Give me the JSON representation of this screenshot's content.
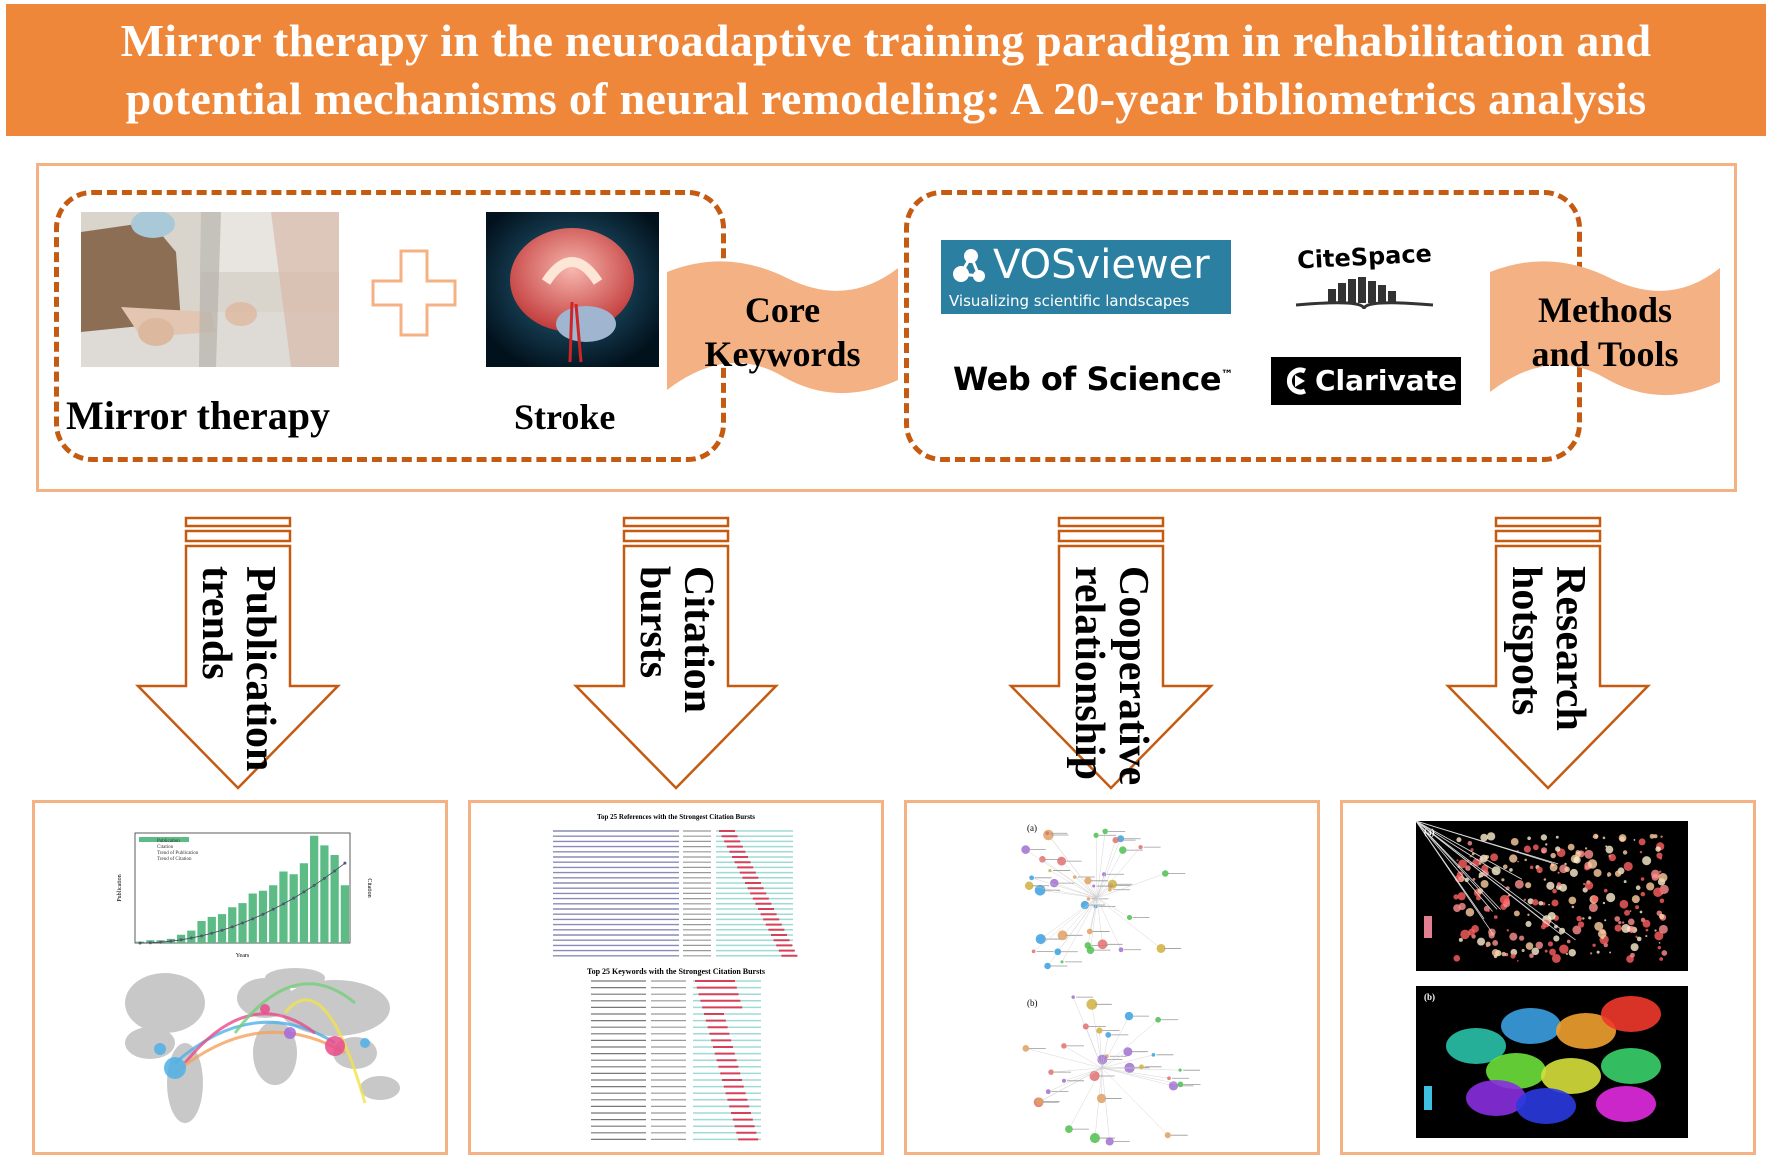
{
  "title": "Mirror therapy in the neuroadaptive training paradigm in rehabilitation and potential mechanisms of neural remodeling: A 20-year bibliometrics analysis",
  "title_lines": [
    "Mirror therapy in the neuroadaptive training paradigm in rehabilitation and",
    "potential mechanisms of neural remodeling: A 20-year bibliometrics analysis"
  ],
  "keywords_group": {
    "items": [
      {
        "label": "Mirror therapy",
        "icon": "mirror-therapy-photo"
      },
      {
        "label": "Stroke",
        "icon": "brain-icon"
      }
    ],
    "callout": [
      "Core",
      "Keywords"
    ]
  },
  "tools_group": {
    "vosviewer": {
      "name": "VOSviewer",
      "tagline": "Visualizing scientific landscapes"
    },
    "citespace": "CiteSpace",
    "wos": "Web of Science",
    "wos_tm": "™",
    "clarivate": "Clarivate",
    "callout": [
      "Methods",
      "and Tools"
    ]
  },
  "arrows": [
    {
      "lines": [
        "Publication",
        "trends"
      ]
    },
    {
      "lines": [
        "Citation",
        "bursts"
      ]
    },
    {
      "lines": [
        "Cooperative",
        "relationship"
      ]
    },
    {
      "lines": [
        "Research",
        "hotspots"
      ]
    }
  ],
  "panels": {
    "trends": {
      "legend": [
        "Publication",
        "Citation",
        "Trend of Publication",
        "Trend of Citation"
      ],
      "xlabel": "Years",
      "ylabel": "Publication",
      "y2label": "Citation",
      "publications": [
        1,
        2,
        2,
        3,
        6,
        9,
        16,
        19,
        21,
        26,
        29,
        36,
        38,
        42,
        52,
        50,
        58,
        78,
        71,
        64,
        42
      ]
    },
    "bursts": {
      "title_refs": "Top 25 References with the Strongest Citation Bursts",
      "title_keywords": "Top 25 Keywords with the Strongest Citation Bursts"
    },
    "cooperation": {
      "a": "(a)",
      "b": "(b)"
    },
    "hotspots": {
      "a": "(a)",
      "b": "(b)"
    }
  },
  "colors": {
    "banner": "#EF873A",
    "border": "#F4B183",
    "dash": "#C55A11",
    "callout": "#F4B183",
    "bar": "#5DBB86"
  }
}
